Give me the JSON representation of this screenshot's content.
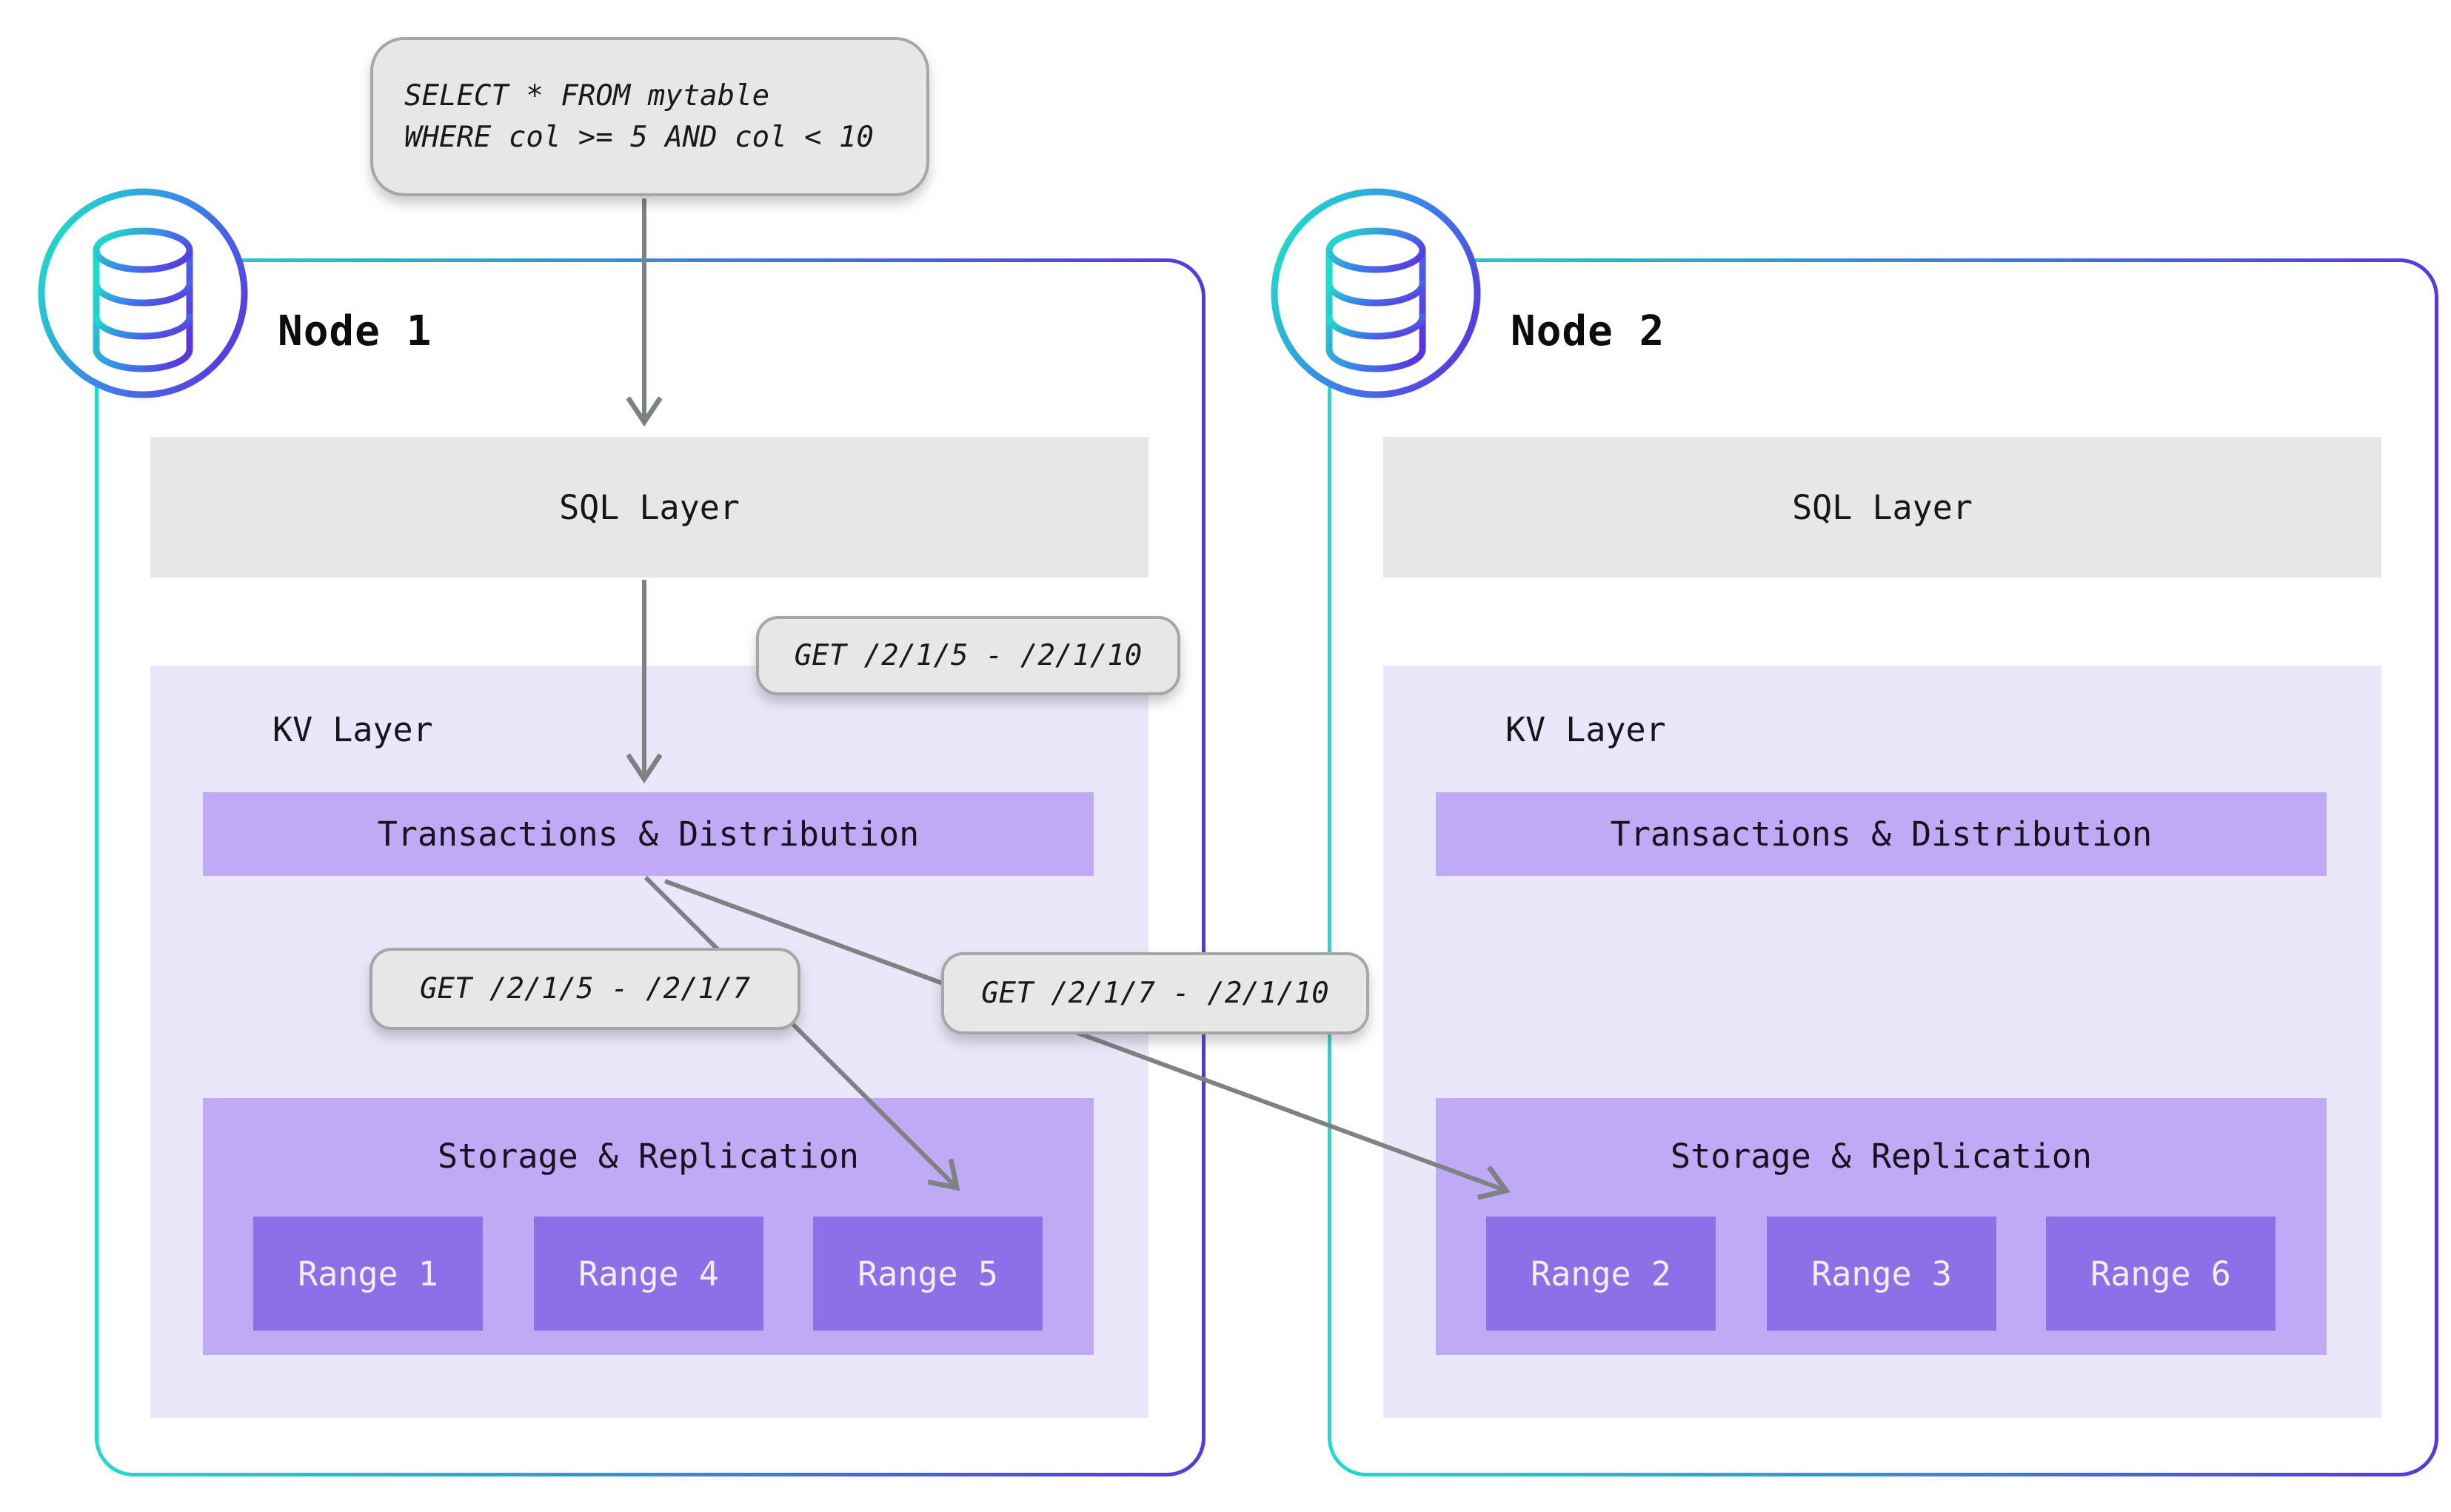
{
  "colors": {
    "teal": "#1edccb",
    "purple_border": "#5a36e0",
    "gray_box": "#e6e8e7",
    "gray_border": "#a3a8a6",
    "lavender": "#ebe7fa",
    "mid_purple": "#c0aaf5",
    "deep_purple": "#8d70e8",
    "arrow_gray": "#7d8283"
  },
  "query_box": {
    "line1": "SELECT * FROM mytable",
    "line2": "WHERE col >= 5 AND col < 10"
  },
  "get_labels": {
    "full": "GET /2/1/5 - /2/1/10",
    "left": "GET /2/1/5 - /2/1/7",
    "right": "GET /2/1/7 - /2/1/10"
  },
  "nodes": [
    {
      "title": "Node 1",
      "sql": "SQL Layer",
      "kv": "KV Layer",
      "td": "Transactions & Distribution",
      "storage": "Storage & Replication",
      "ranges": [
        "Range 1",
        "Range 4",
        "Range 5"
      ]
    },
    {
      "title": "Node 2",
      "sql": "SQL Layer",
      "kv": "KV Layer",
      "td": "Transactions & Distribution",
      "storage": "Storage & Replication",
      "ranges": [
        "Range 2",
        "Range 3",
        "Range 6"
      ]
    }
  ]
}
